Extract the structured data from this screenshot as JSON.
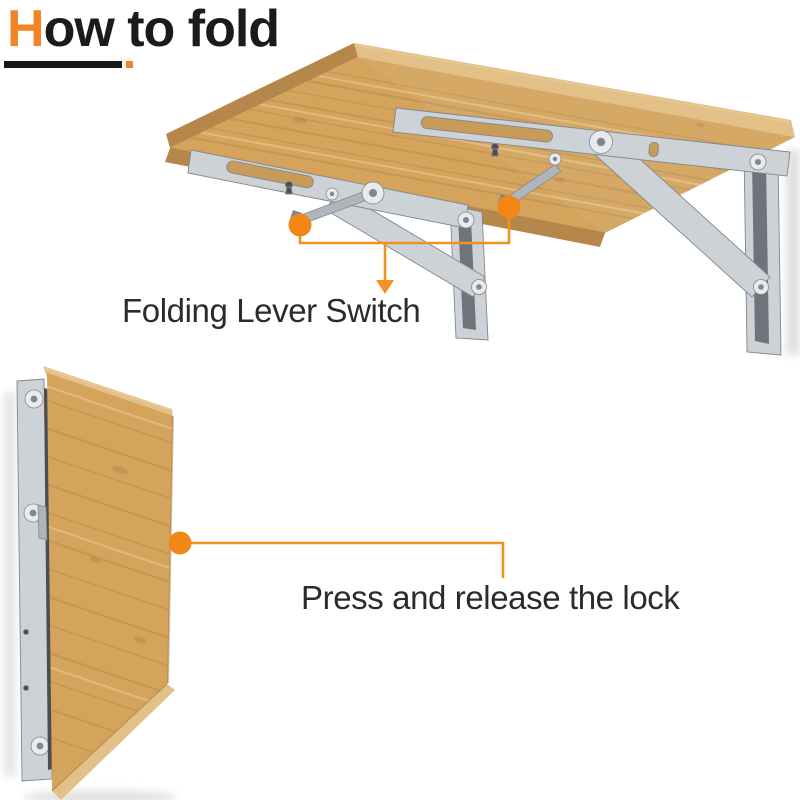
{
  "title": {
    "first_letter": "H",
    "rest": "ow to fold"
  },
  "callouts": {
    "top": {
      "label": "Folding Lever Switch"
    },
    "bottom": {
      "label": "Press and release the lock"
    }
  },
  "colors": {
    "background": "#FFFFFF",
    "accent_orange": "#F08426",
    "marker_orange": "#F28718",
    "line_orange": "#F2921E",
    "title_black": "#1B1B1B",
    "underline_black": "#191919",
    "label_gray": "#2B2B2B",
    "wood_face": "#D4A35C",
    "wood_edge_dark": "#B5874A",
    "wood_edge_light": "#E3C087",
    "wood_grain_dark": "#A27A40",
    "wood_grain_light": "#EBCF9A",
    "slot_wood": "#C89C58",
    "metal_light": "#CDD2D7",
    "metal_mid": "#AFB5BB",
    "metal_dark": "#81878E",
    "metal_inner_dark": "#6E747B",
    "screw_dark": "#4E4E50",
    "shadow_gray": "#D9D9D9",
    "sliver_dark": "#4A4E52"
  }
}
